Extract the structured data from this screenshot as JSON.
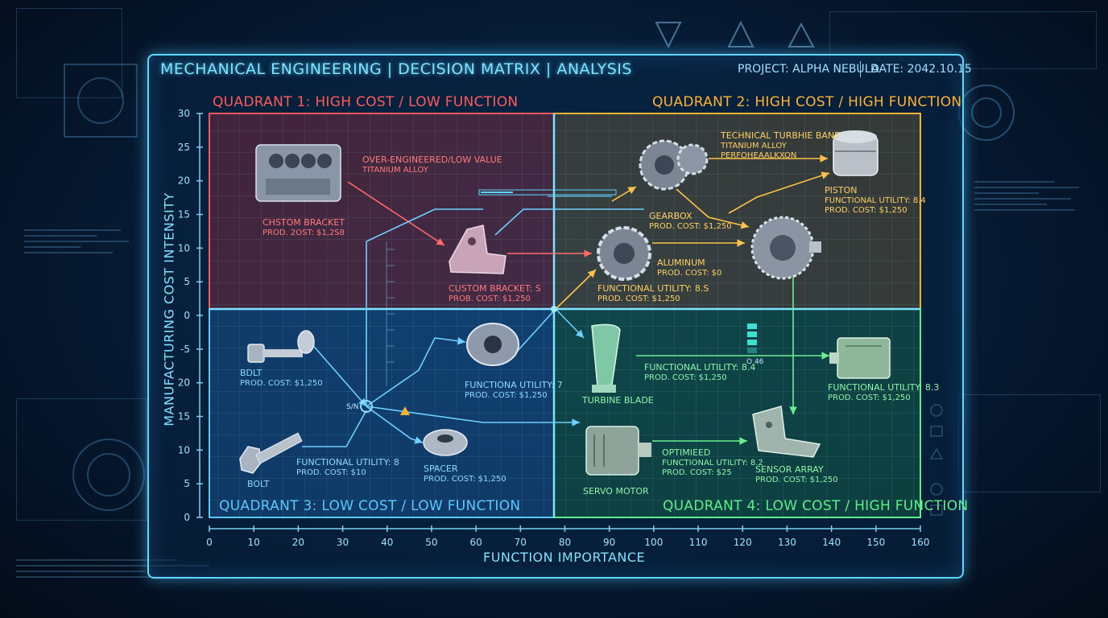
{
  "header": {
    "title": "MECHANICAL ENGINEERING | DECISION MATRIX | ANALYSIS",
    "project": "PROJECT: ALPHA NEBULA",
    "date": "DATE: 2042.10.15"
  },
  "quadrants": [
    {
      "key": "q1",
      "label": "QUADRANT 1: HIGH COST / LOW FUNCTION",
      "color": "#ff5a5a"
    },
    {
      "key": "q2",
      "label": "QUADRANT 2: HIGH COST / HIGH FUNCTION",
      "color": "#ffb233"
    },
    {
      "key": "q3",
      "label": "QUADRANT 3: LOW COST / LOW FUNCTION",
      "color": "#59c8ff"
    },
    {
      "key": "q4",
      "label": "QUADRANT 4: LOW COST / HIGH FUNCTION",
      "color": "#5cf08a"
    }
  ],
  "axes": {
    "x_title": "FUNCTION IMPORTANCE",
    "y_title": "MANUFACTURING COST INTENSITY",
    "x_ticks": [
      "0",
      "10",
      "20",
      "30",
      "40",
      "50",
      "60",
      "70",
      "80",
      "90",
      "100",
      "110",
      "120",
      "130",
      "140",
      "150",
      "160"
    ],
    "y_ticks": [
      "30",
      "25",
      "20",
      "15",
      "10",
      "5",
      "0",
      "-5",
      "20",
      "15",
      "10",
      "5",
      "0"
    ]
  },
  "components": [
    {
      "key": "custom-bracket-1",
      "icon": "engine-block-icon",
      "quadrant": "q1",
      "lines": [
        "CHSTOM BRACKET",
        "PROD. 2OST: $1,2S8"
      ]
    },
    {
      "key": "over-engineered-note",
      "quadrant": "q1",
      "lines": [
        "OVER-ENGINEERED/LOW VALUE",
        "TITANIUM ALLOY"
      ]
    },
    {
      "key": "custom-bracket-2",
      "icon": "bracket-icon",
      "quadrant": "q1",
      "lines": [
        "CUSTOM BRACKET: S",
        "PROB. COST: $1,250"
      ]
    },
    {
      "key": "technical-turbine-note",
      "quadrant": "q2",
      "lines": [
        "TECHNICAL TURBHIE BANE",
        "TITANIUM ALLOY",
        "PERFOHEAALKXON"
      ]
    },
    {
      "key": "gearbox",
      "icon": "gearbox-icon",
      "quadrant": "q2",
      "lines": [
        "GEARBOX",
        "PROD. COST: $1,250"
      ]
    },
    {
      "key": "piston",
      "icon": "piston-icon",
      "quadrant": "q2",
      "lines": [
        "PISTON",
        "FUNCTIONAL UTILITY: 8.4",
        "PROD. COST: $1,250"
      ]
    },
    {
      "key": "aluminum-gear",
      "icon": "gear-icon",
      "quadrant": "q2",
      "lines": [
        "ALUMINUM",
        "PROD. COST: $0"
      ]
    },
    {
      "key": "gear-utility",
      "quadrant": "q2",
      "lines": [
        "FUNCTIONAL UTILITY: 8.S",
        "PROD. COST: $1,250"
      ]
    },
    {
      "key": "motor-q2",
      "icon": "motor-icon",
      "quadrant": "q2",
      "lines": []
    },
    {
      "key": "bolt-1",
      "icon": "bolt-icon",
      "quadrant": "q3",
      "lines": [
        "BDLT",
        "PROD. COST: $1,250"
      ]
    },
    {
      "key": "bolt-2",
      "icon": "bolt-icon",
      "quadrant": "q3",
      "lines": [
        "BOLT"
      ]
    },
    {
      "key": "bolt-2-utility",
      "quadrant": "q3",
      "lines": [
        "FUNCTIONAL UTILITY: 8",
        "PROD. COST: $10"
      ]
    },
    {
      "key": "bearing",
      "icon": "bearing-icon",
      "quadrant": "q3",
      "lines": [
        "FUNCTIONA UTILITY: 7",
        "PROD. COST: $1,250"
      ]
    },
    {
      "key": "spacer",
      "icon": "spacer-icon",
      "quadrant": "q3",
      "lines": [
        "SPACER",
        "PROD. COST: $1,250"
      ]
    },
    {
      "key": "turbine-blade",
      "icon": "turbine-blade-icon",
      "quadrant": "q4",
      "lines": [
        "TURBINE BLADE"
      ]
    },
    {
      "key": "turbine-utility",
      "quadrant": "q4",
      "lines": [
        "FUNCTIONAL UTILITY: 8.4",
        "PROD. COST: $1,250"
      ]
    },
    {
      "key": "servo-box",
      "icon": "servo-icon",
      "quadrant": "q4",
      "lines": [
        "FUNCTIONAL UTILITY: 8.3",
        "PROD. COST: $1,250"
      ]
    },
    {
      "key": "servo-motor",
      "icon": "motor-icon",
      "quadrant": "q4",
      "lines": [
        "SERVO MOTOR"
      ]
    },
    {
      "key": "optimized",
      "quadrant": "q4",
      "lines": [
        "OPTIMIEED",
        "FUNCTIONAL UTILITY: 8.2",
        "PROD. COST: $25"
      ]
    },
    {
      "key": "sensor-array",
      "icon": "sensor-bracket-icon",
      "quadrant": "q4",
      "lines": [
        "SENSOR ARRAY",
        "PROD. COST: $1,250"
      ]
    }
  ],
  "misc_labels": {
    "marker_a": "S/N",
    "marker_b": "O 46"
  }
}
